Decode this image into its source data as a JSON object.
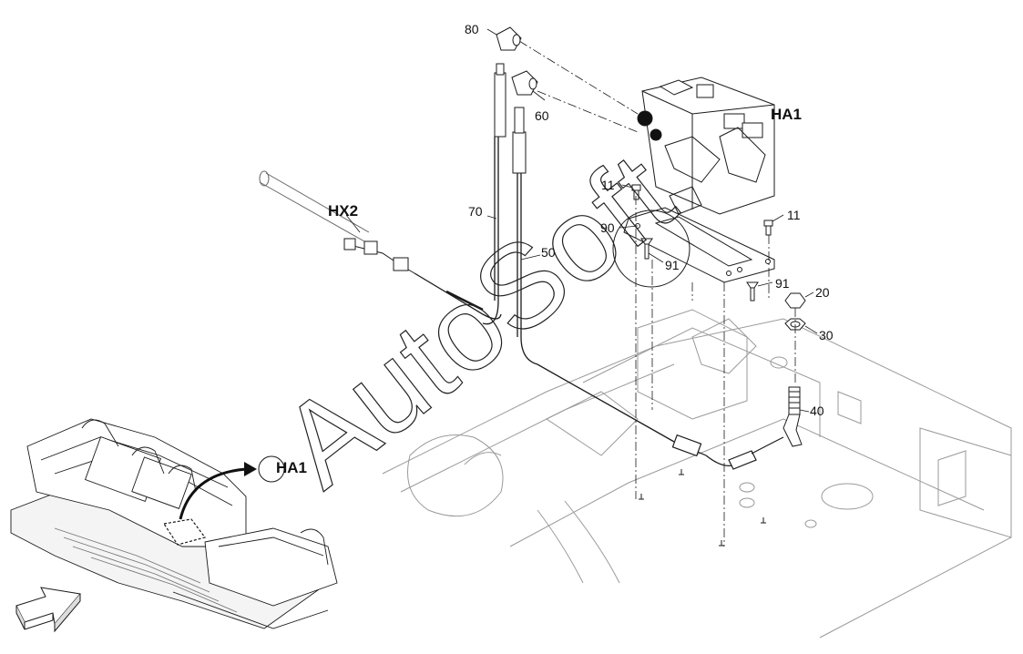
{
  "labels": {
    "p80": "80",
    "p60": "60",
    "p70": "70",
    "p50": "50",
    "p11a": "11",
    "p11b": "11",
    "p90": "90",
    "p91a": "91",
    "p91b": "91",
    "p20": "20",
    "p30": "30",
    "p40": "40",
    "hx2": "HX2",
    "ha1_top": "HA1",
    "ha1_inset": "HA1"
  },
  "watermark": "AutoSoft",
  "colors": {
    "line": "#1a1a1a",
    "faint": "#9a9a9a",
    "watermark": "#222222"
  },
  "icons": [
    "direction-arrow-icon",
    "callout-arrow-icon"
  ]
}
